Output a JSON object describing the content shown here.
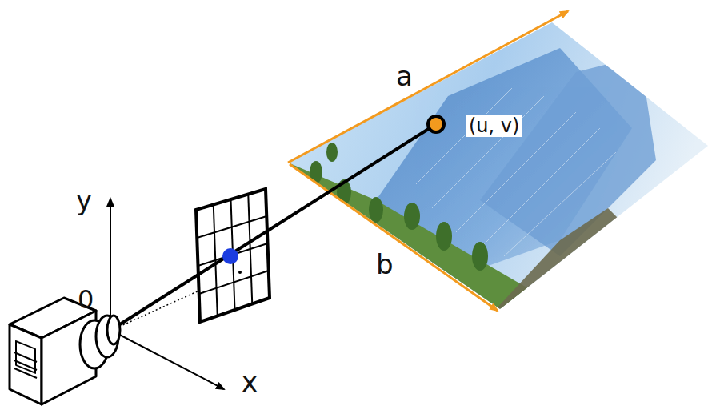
{
  "diagram": {
    "labels": [
      "a",
      "(u, v)",
      "y",
      "b",
      "0",
      "x"
    ]
  }
}
